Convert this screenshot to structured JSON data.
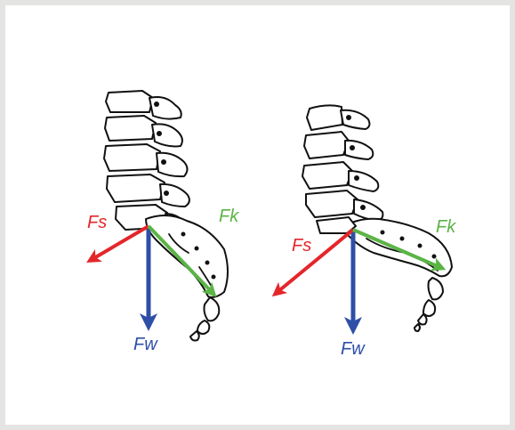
{
  "diagrams": [
    {
      "labels": {
        "shear": "Fs",
        "compression": "Fk",
        "weight": "Fw"
      }
    },
    {
      "labels": {
        "shear": "Fs",
        "compression": "Fk",
        "weight": "Fw"
      }
    }
  ],
  "colors": {
    "shear": "#e4262a",
    "compression": "#5bb446",
    "weight": "#2e4fa7",
    "bone_outline": "#111111",
    "background": "#e4e4e2",
    "panel": "#ffffff"
  }
}
